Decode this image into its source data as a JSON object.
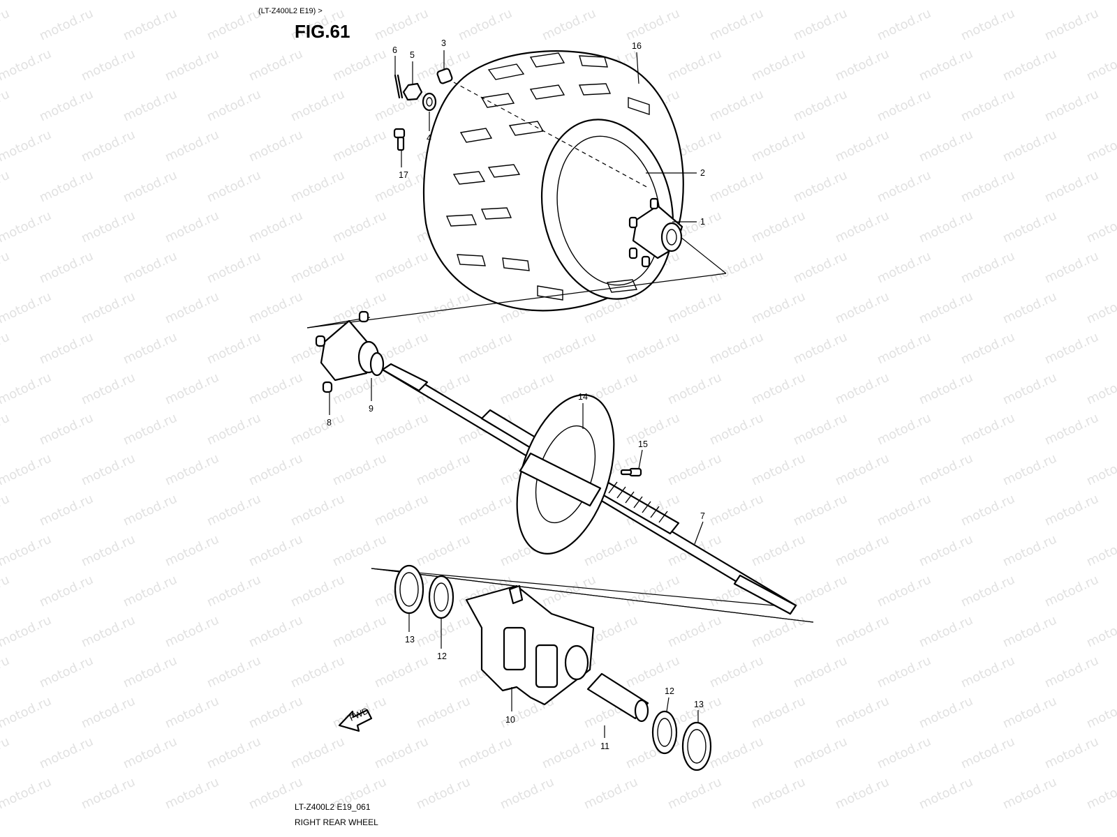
{
  "header": {
    "model_range": "(LT-Z400L2 E19) >",
    "figure": "FIG.61"
  },
  "footer": {
    "code": "LT-Z400L2 E19_061",
    "title": "RIGHT REAR WHEEL"
  },
  "watermark": "motod.ru",
  "callouts": [
    "1",
    "2",
    "3",
    "4",
    "5",
    "6",
    "7",
    "8",
    "9",
    "10",
    "11",
    "12",
    "12",
    "13",
    "13",
    "14",
    "15",
    "16",
    "17"
  ],
  "fwd_label": "FWD"
}
